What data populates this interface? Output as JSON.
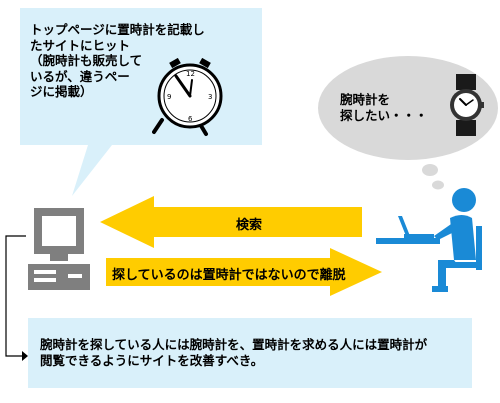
{
  "callout": {
    "text": "トップページに置時計を記載し\nたサイトにヒット\n（腕時計も販売して\nいるが、違うペー\nジに掲載）"
  },
  "thought": {
    "text": "腕時計を\n探したい・・・"
  },
  "arrows": {
    "search_label": "検索",
    "leave_label": "探しているのは置時計ではないので離脱"
  },
  "bottom_box": {
    "text": "腕時計を探している人には腕時計を、置時計を求める人には置時計が\n閲覧できるようにサイトを改善すべき。"
  },
  "colors": {
    "callout_bg": "#d9f0fa",
    "thought_bg": "#d9d9d9",
    "arrow_yellow": "#ffcc00",
    "person_blue": "#1a8ad6",
    "computer_gray": "#7f7f7f"
  }
}
